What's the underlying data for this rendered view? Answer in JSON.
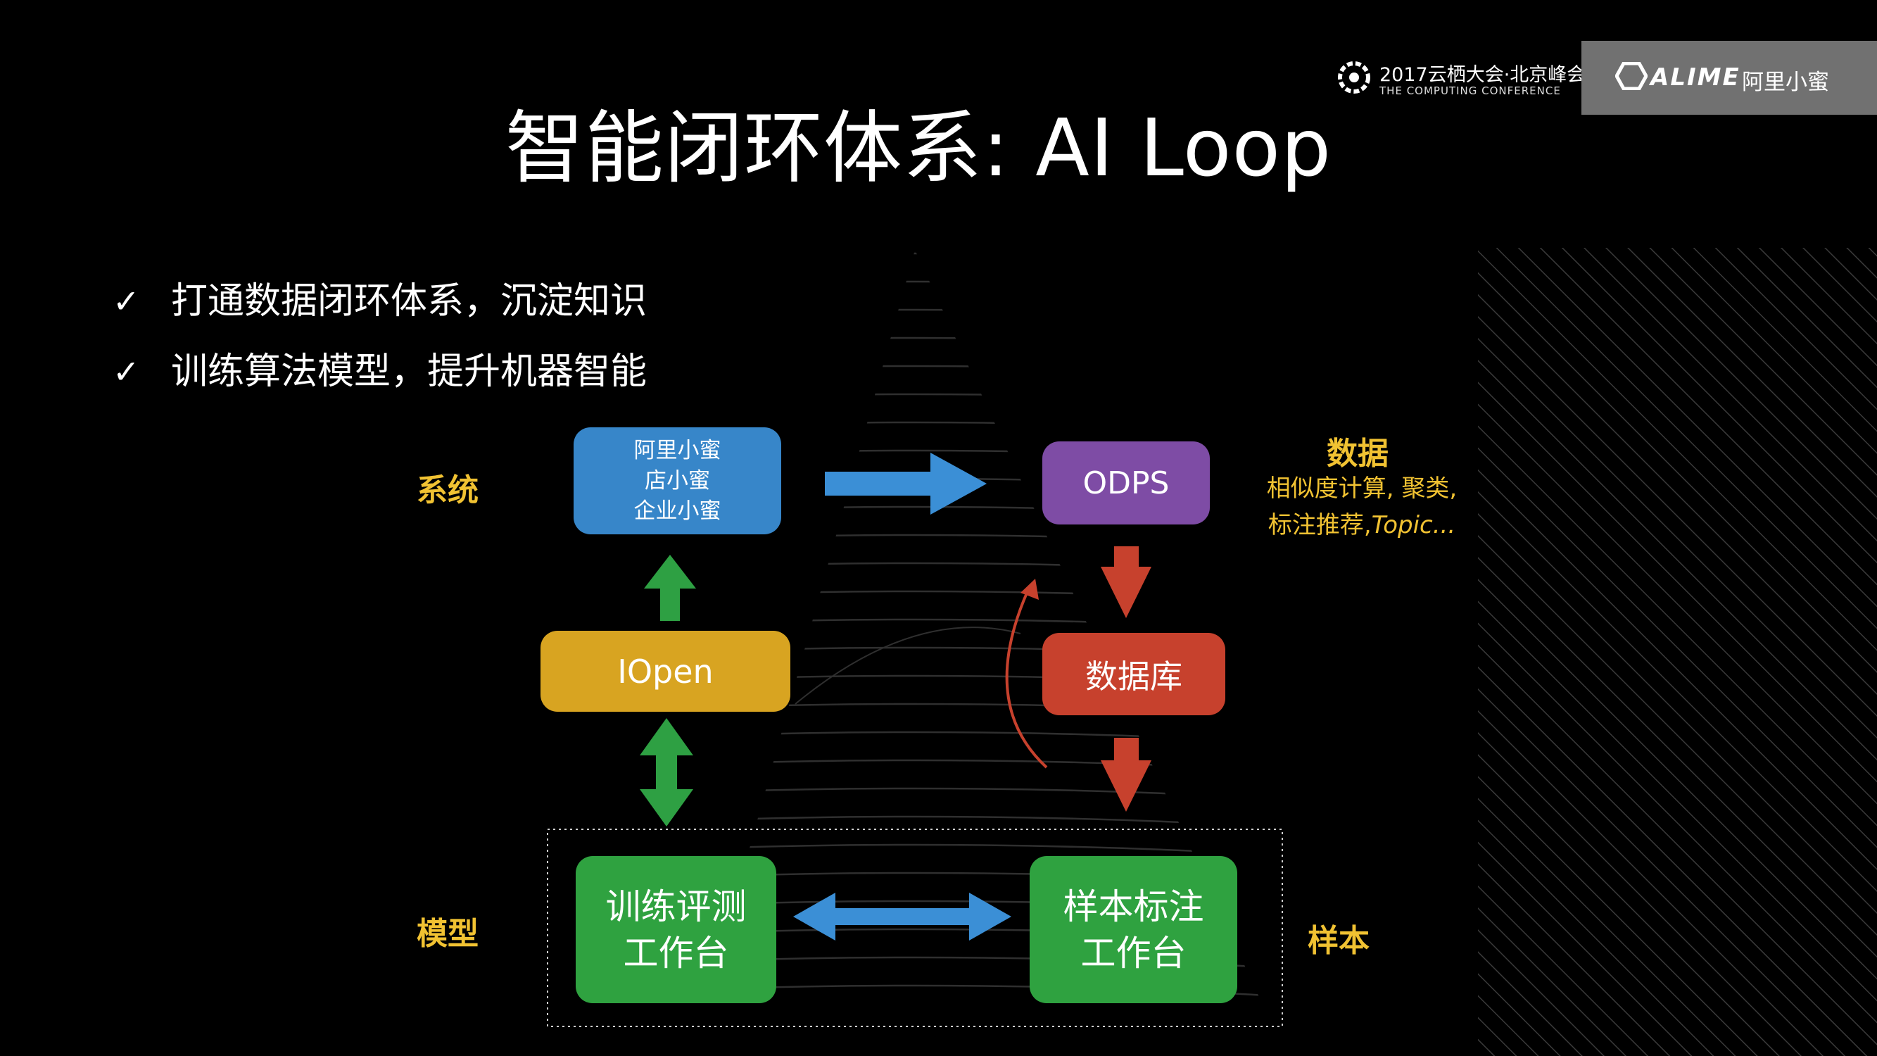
{
  "title": "智能闭环体系: AI Loop",
  "conference": {
    "name": "2017云栖大会·北京峰会",
    "subtitle": "THE COMPUTING CONFERENCE"
  },
  "brand": {
    "name": "ALIME",
    "cn": "阿里小蜜"
  },
  "bullets": [
    "打通数据闭环体系，沉淀知识",
    "训练算法模型，提升机器智能"
  ],
  "bullet_mark": "✓",
  "nodes": {
    "system": [
      "阿里小蜜",
      "店小蜜",
      "企业小蜜"
    ],
    "iopen": "IOpen",
    "odps": "ODPS",
    "database": "数据库",
    "train": [
      "训练评测",
      "工作台"
    ],
    "label": [
      "样本标注",
      "工作台"
    ]
  },
  "side_labels": {
    "system": "系统",
    "model": "模型",
    "sample": "样本",
    "data": "数据"
  },
  "data_desc": {
    "line1": "相似度计算, 聚类,",
    "line2_prefix": "标注推荐,",
    "line2_italic": "Topic..."
  },
  "colors": {
    "background": "#000000",
    "system_box": "#3786c9",
    "iopen_box": "#d8a421",
    "odps_box": "#7e4ca5",
    "db_box": "#c7412d",
    "work_box": "#2fa240",
    "accent_yellow": "#f1c232",
    "arrow_blue": "#3b8fd6",
    "arrow_green": "#2ea043",
    "arrow_red": "#c7412d",
    "brand_box": "#717171"
  }
}
